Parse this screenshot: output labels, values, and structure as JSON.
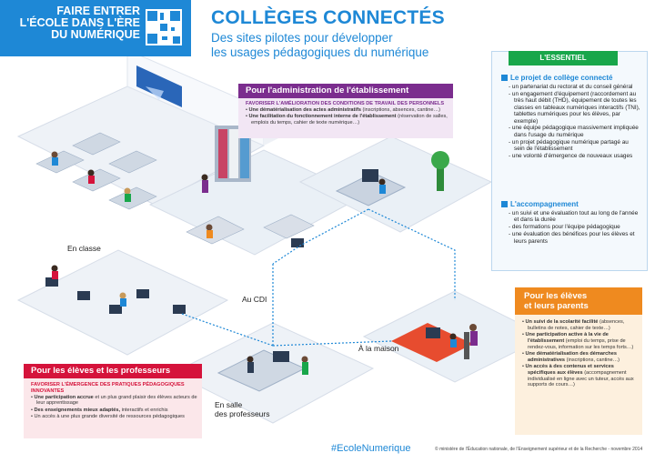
{
  "banner": {
    "lines": [
      "FAIRE ENTRER",
      "L'ÉCOLE DANS L'ÈRE",
      "DU NUMÉRIQUE"
    ],
    "qr": "qr-code",
    "color": "#1e88d6"
  },
  "title": "COLLÈGES CONNECTÉS",
  "subtitle": [
    "Des sites pilotes pour développer",
    "les usages pédagogiques du numérique"
  ],
  "essentiel": {
    "label": "L'ESSENTIEL",
    "section1": {
      "heading": "Le projet de collège connecté",
      "items": [
        "- un partenariat du rectorat et du conseil général",
        "- un engagement d'équipement (raccordement au très haut débit (THD), équipement de toutes les classes en tableaux numériques interactifs (TNI), tablettes numériques pour les élèves, par exemple)",
        "- une équipe pédagogique massivement impliquée dans l'usage du numérique",
        "- un projet pédagogique numérique partagé au sein de l'établissement",
        "- une volonté d'émergence de nouveaux usages"
      ]
    },
    "section2": {
      "heading": "L'accompagnement",
      "items": [
        "- un suivi et une évaluation tout au long de l'année et dans la durée",
        "- des formations pour l'équipe pédagogique",
        "- une évaluation des bénéfices pour les élèves et leurs parents"
      ]
    }
  },
  "admin": {
    "title": "Pour l'administration de l'établissement",
    "subheading": "FAVORISER L'AMÉLIORATION DES CONDITIONS DE TRAVAIL DES PERSONNELS",
    "items": [
      {
        "bold": "Une dématérialisation des actes administratifs",
        "rest": " (inscriptions, absences, cantine…)"
      },
      {
        "bold": "Une facilitation du fonctionnement interne de l'établissement",
        "rest": " (réservation de salles, emplois du temps, cahier de texte numérique…)"
      }
    ]
  },
  "eleves": {
    "title": "Pour les élèves et les professeurs",
    "subheading": "FAVORISER L'ÉMERGENCE DES PRATIQUES PÉDAGOGIQUES INNOVANTES",
    "items": [
      {
        "bold": "Une participation accrue",
        "rest": " et un plus grand plaisir des élèves acteurs de leur apprentissage"
      },
      {
        "bold": "Des enseignements mieux adaptés,",
        "rest": " interactifs et enrichis"
      },
      {
        "bold": "",
        "rest": "Un accès à une plus grande diversité de ressources pédagogiques"
      }
    ]
  },
  "parents": {
    "title": [
      "Pour les élèves",
      "et leurs parents"
    ],
    "items": [
      {
        "bold": "Un suivi de la scolarité facilité",
        "rest": " (absences, bulletins de notes, cahier de texte…)"
      },
      {
        "bold": "Une participation active à la vie de l'établissement",
        "rest": " (emploi du temps, prise de rendez-vous, information sur les temps forts…)"
      },
      {
        "bold": "Une dématérialisation des démarches administratives",
        "rest": " (inscriptions, cantine…)"
      },
      {
        "bold": "Un accès à des contenus et services spécifiques aux élèves",
        "rest": " (accompagnement individualisé en ligne avec un tuteur, accès aux supports de cours…)"
      }
    ]
  },
  "scenes": {
    "classe": "En classe",
    "cdi": "Au CDI",
    "maison": "À la maison",
    "salle": [
      "En salle",
      "des professeurs"
    ]
  },
  "hashtag": "#EcoleNumerique",
  "copyright": "© ministère de l'Éducation nationale, de l'Enseignement supérieur et de la Recherche - novembre 2014",
  "colors": {
    "blue": "#1e88d6",
    "purple": "#7b2d8e",
    "red": "#d5133b",
    "orange": "#ef8a1f",
    "green": "#18a64a"
  }
}
